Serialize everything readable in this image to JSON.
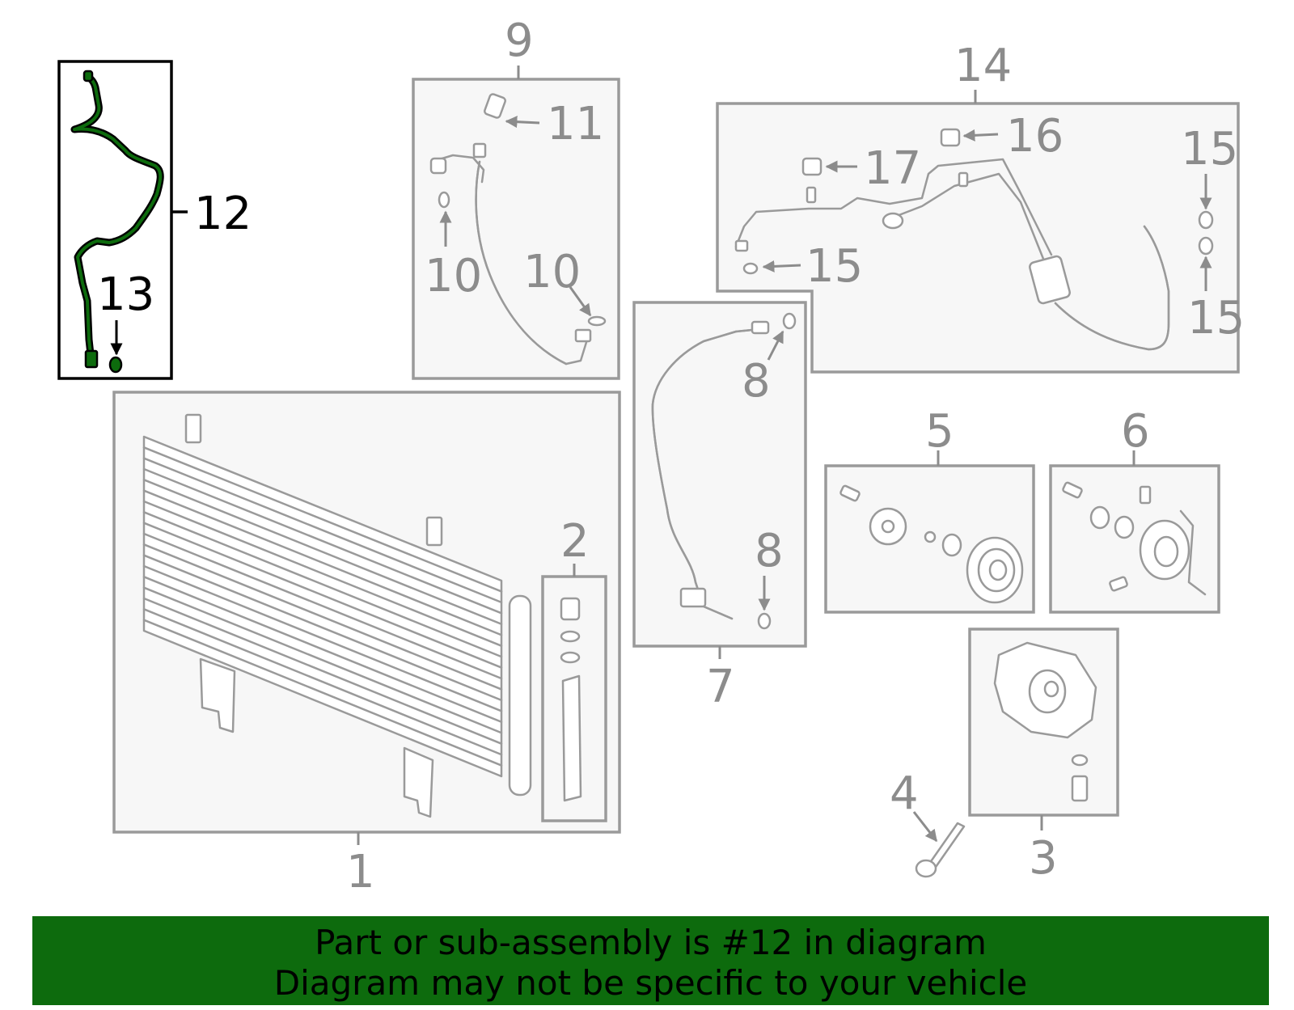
{
  "callouts": {
    "c1": "1",
    "c2": "2",
    "c3": "3",
    "c4": "4",
    "c5": "5",
    "c6": "6",
    "c7": "7",
    "c8a": "8",
    "c8b": "8",
    "c9": "9",
    "c10a": "10",
    "c10b": "10",
    "c11": "11",
    "c12": "12",
    "c13": "13",
    "c14": "14",
    "c15a": "15",
    "c15b": "15",
    "c15c": "15",
    "c16": "16",
    "c17": "17"
  },
  "banner": {
    "line1": "Part or sub-assembly is #12 in diagram",
    "line2": "Diagram may not be specific to your vehicle"
  },
  "colors": {
    "highlight": "#0d6b0d",
    "callout_text": "#8c8c8c",
    "highlight_text": "#000000"
  }
}
